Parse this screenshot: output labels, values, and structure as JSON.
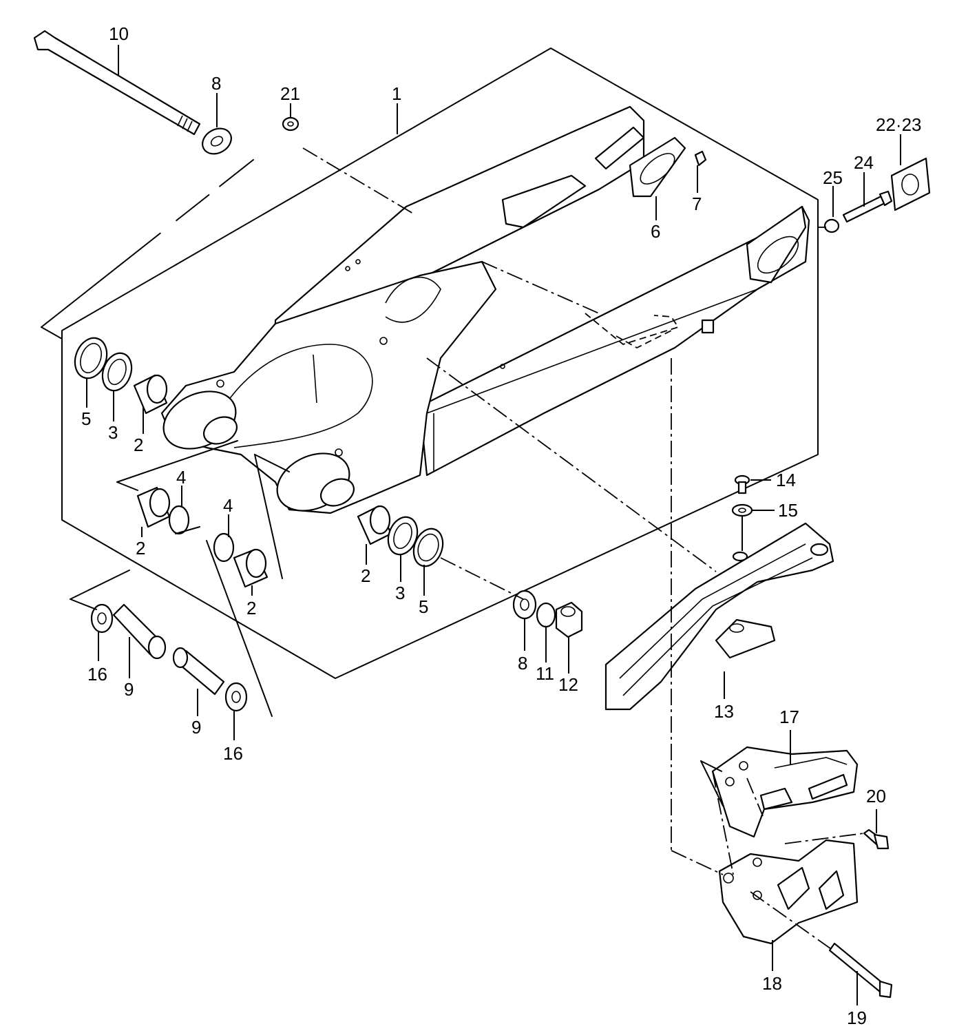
{
  "diagram": {
    "callouts": [
      {
        "id": "c10a",
        "label": "10"
      },
      {
        "id": "c8a",
        "label": "8"
      },
      {
        "id": "c21",
        "label": "21"
      },
      {
        "id": "c1",
        "label": "1"
      },
      {
        "id": "c7",
        "label": "7"
      },
      {
        "id": "c6",
        "label": "6"
      },
      {
        "id": "c2223",
        "label": "22·23"
      },
      {
        "id": "c24",
        "label": "24"
      },
      {
        "id": "c25",
        "label": "25"
      },
      {
        "id": "c5a",
        "label": "5"
      },
      {
        "id": "c3a",
        "label": "3"
      },
      {
        "id": "c2a",
        "label": "2"
      },
      {
        "id": "c4a",
        "label": "4"
      },
      {
        "id": "c2b",
        "label": "2"
      },
      {
        "id": "c4b",
        "label": "4"
      },
      {
        "id": "c2c",
        "label": "2"
      },
      {
        "id": "c2d",
        "label": "2"
      },
      {
        "id": "c3b",
        "label": "3"
      },
      {
        "id": "c5b",
        "label": "5"
      },
      {
        "id": "c14",
        "label": "14"
      },
      {
        "id": "c15",
        "label": "15"
      },
      {
        "id": "c8b",
        "label": "8"
      },
      {
        "id": "c11",
        "label": "11"
      },
      {
        "id": "c12",
        "label": "12"
      },
      {
        "id": "c13",
        "label": "13"
      },
      {
        "id": "c16a",
        "label": "16"
      },
      {
        "id": "c9a",
        "label": "9"
      },
      {
        "id": "c9b",
        "label": "9"
      },
      {
        "id": "c16b",
        "label": "16"
      },
      {
        "id": "c17",
        "label": "17"
      },
      {
        "id": "c20",
        "label": "20"
      },
      {
        "id": "c18",
        "label": "18"
      },
      {
        "id": "c19",
        "label": "19"
      }
    ]
  }
}
